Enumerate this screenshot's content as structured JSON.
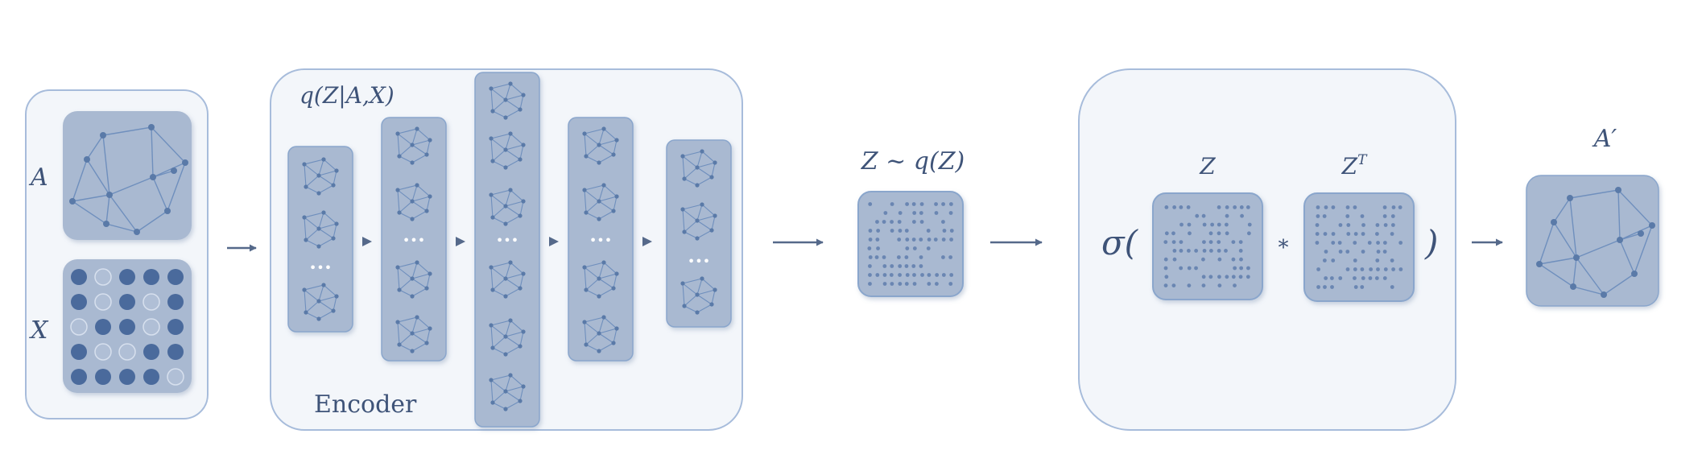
{
  "input": {
    "adjacency_label": "A",
    "features_label": "X",
    "feature_matrix": [
      [
        1,
        0,
        1,
        1,
        1
      ],
      [
        1,
        0,
        1,
        0,
        1
      ],
      [
        0,
        1,
        1,
        0,
        1
      ],
      [
        1,
        0,
        0,
        1,
        1
      ],
      [
        1,
        1,
        1,
        1,
        0
      ]
    ]
  },
  "encoder": {
    "title": "q(Z|A,X)",
    "label": "Encoder",
    "ellipsis": "•••"
  },
  "sampling": {
    "label": "Z ~ q(Z)"
  },
  "decoder": {
    "sigma": "σ(",
    "z_label": "Z",
    "zt_label": "Z",
    "zt_sup": "T",
    "multiply": "*",
    "close_paren": ")"
  },
  "output": {
    "label": "A′"
  },
  "colors": {
    "stroke": "#8aa6cc",
    "fill": "#a9b9d1",
    "panel": "#f3f6fa",
    "text": "#3e5378",
    "arrow": "#55698a",
    "node": "#5a7aa8",
    "dot_filled": "#4a6a9c",
    "dot_empty": "#b0bfd6"
  }
}
